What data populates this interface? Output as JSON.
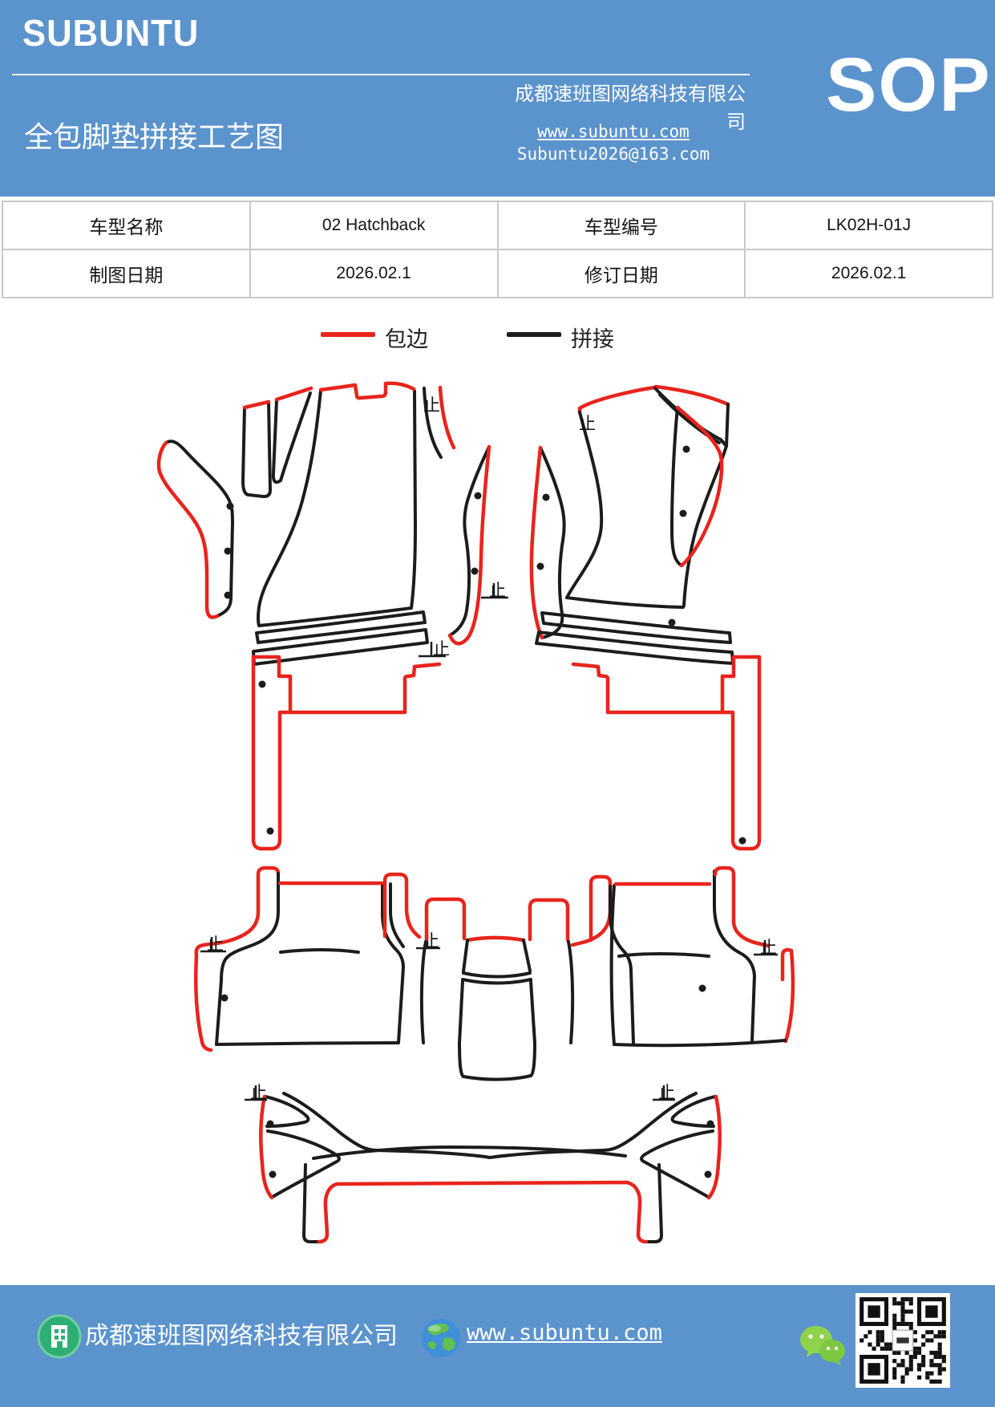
{
  "header": {
    "brand": "SUBUNTU",
    "title": "全包脚垫拼接工艺图",
    "company": "成都速班图网络科技有限公司",
    "sop": "SOP",
    "website": "www.subuntu.com",
    "email": "Subuntu2026@163.com",
    "bg_color": "#5b93cd"
  },
  "table": {
    "cells": [
      [
        "车型名称",
        "02 Hatchback",
        "车型编号",
        "LK02H-01J"
      ],
      [
        "制图日期",
        "2026.02.1",
        "修订日期",
        "2026.02.1"
      ]
    ]
  },
  "legend": {
    "edge_binding_label": "包边",
    "edge_binding_color": "#e8241c",
    "splice_label": "拼接",
    "splice_color": "#1c1c1c"
  },
  "diagram": {
    "stop_label": "止"
  },
  "footer": {
    "company": "成都速班图网络科技有限公司",
    "website": "www.subuntu.com",
    "bg_color": "#5b93cd"
  }
}
